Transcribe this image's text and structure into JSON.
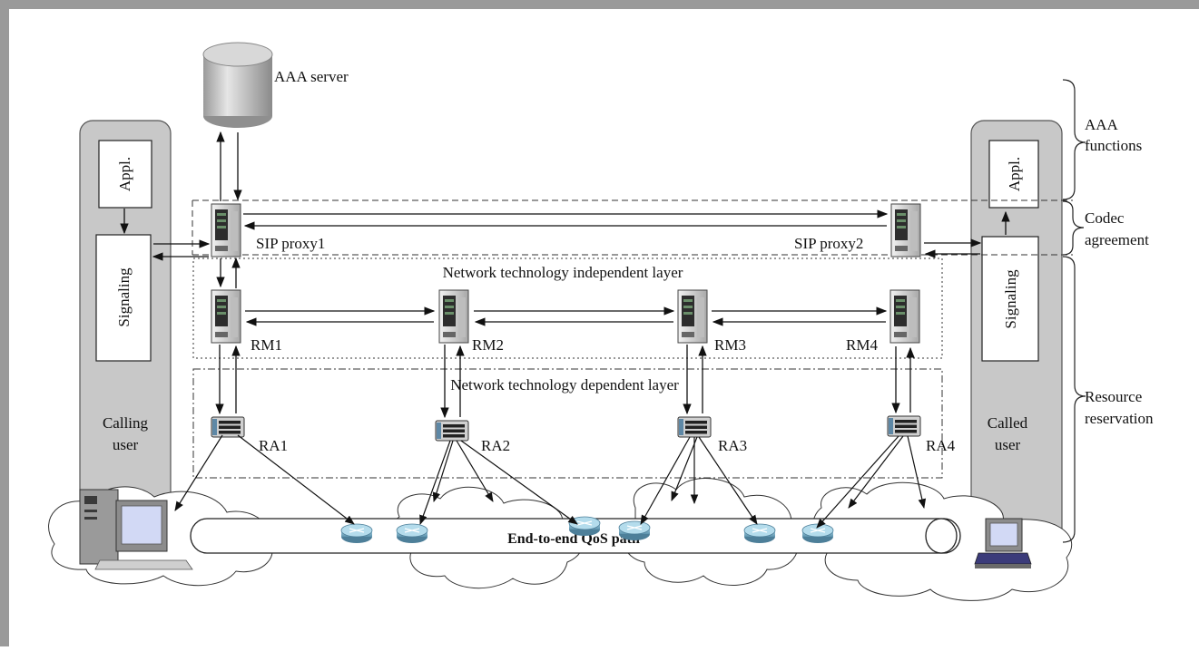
{
  "aaa_server": "AAA server",
  "calling_user": {
    "appl": "Appl.",
    "signaling": "Signaling",
    "label_line1": "Calling",
    "label_line2": "user"
  },
  "called_user": {
    "appl": "Appl.",
    "signaling": "Signaling",
    "label_line1": "Called",
    "label_line2": "user"
  },
  "sip_proxy1": "SIP proxy1",
  "sip_proxy2": "SIP proxy2",
  "independent_layer": "Network technology independent layer",
  "dependent_layer": "Network technology dependent layer",
  "rm": [
    "RM1",
    "RM2",
    "RM3",
    "RM4"
  ],
  "ra": [
    "RA1",
    "RA2",
    "RA3",
    "RA4"
  ],
  "qos_path": "End-to-end QoS path",
  "brackets": {
    "aaa_line1": "AAA",
    "aaa_line2": "functions",
    "codec_line1": "Codec",
    "codec_line2": "agreement",
    "resource_line1": "Resource",
    "resource_line2": "reservation"
  },
  "colors": {
    "user_panel": "#c8c8c8",
    "server_dark": "#3a3a3a",
    "router": "#7ab0c8"
  }
}
